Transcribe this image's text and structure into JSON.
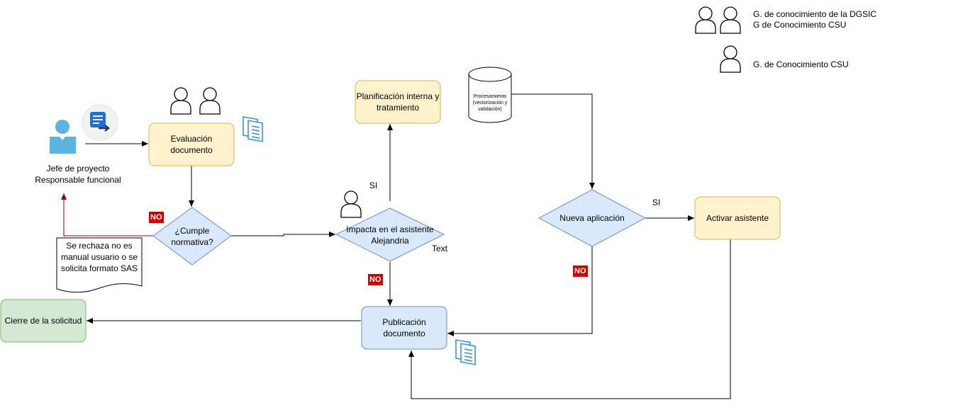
{
  "legend": {
    "group_two": "G. de conocimiento de la DGSIC\nG de Conocimiento CSU",
    "group_one": "G. de Conocimiento CSU"
  },
  "actor": {
    "label": "Jefe de proyecto\nResponsable funcional"
  },
  "nodes": {
    "evaluacion": "Evaluación\ndocumento",
    "cumple": "¿Cumple\nnormativa?",
    "rechazo_note": "Se rechaza no es\nmanual usuario o se\nsolicita formato SAS",
    "cierre": "Cierre de la solicitud",
    "impacta": "Impacta en el asistente\nAlejandria",
    "planificacion": "Planificación interna y\ntratamiento",
    "publicacion": "Publicación\ndocumento",
    "procesamiento": "Procesamiento\n(vectorización y\nvalidación)",
    "nueva": "Nueva aplicación",
    "activar": "Activar asistente"
  },
  "edge_labels": {
    "no_cumple": "NO",
    "si_impacta": "SI",
    "no_impacta": "NO",
    "text_impacta": "Text",
    "si_nueva": "SI",
    "no_nueva": "NO"
  },
  "colors": {
    "yellow_fill": "#fff2cc",
    "yellow_stroke": "#d6b656",
    "blue_fill": "#dae8fc",
    "blue_stroke": "#6c8ebf",
    "green_fill": "#d5e8d4",
    "green_stroke": "#82b366",
    "actor_blue": "#5ab3e0",
    "reject_red": "#990000",
    "doc_icon_blue": "#2f8fd8"
  }
}
